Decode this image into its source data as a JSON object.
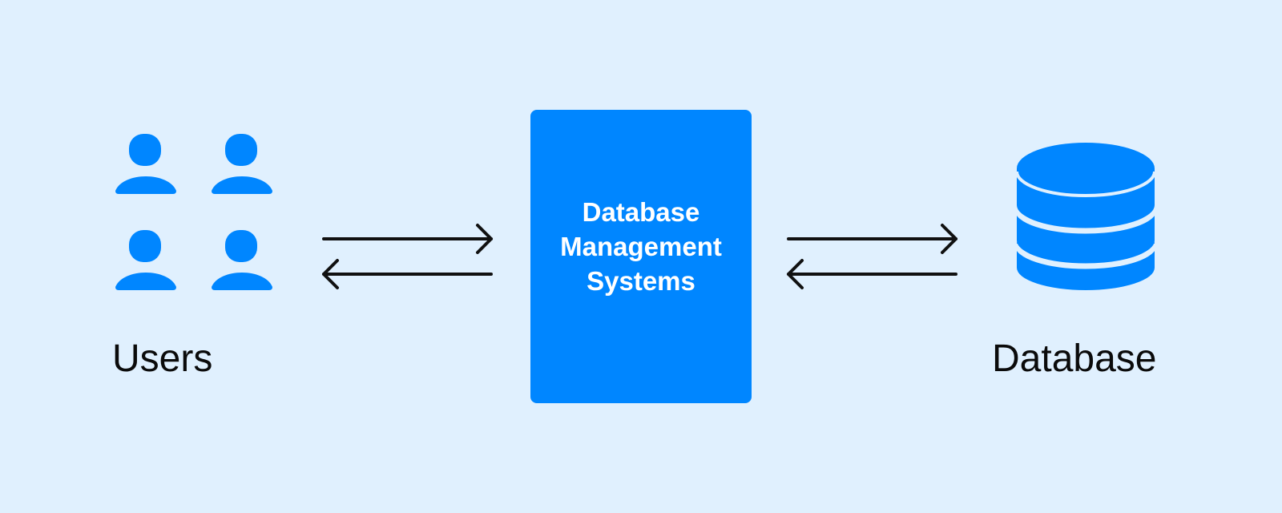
{
  "users": {
    "label": "Users",
    "icon": "users-group-icon"
  },
  "dbms": {
    "line1": "Database",
    "line2": "Management",
    "line3": "Systems"
  },
  "database": {
    "label": "Database",
    "icon": "database-cylinder-icon"
  },
  "colors": {
    "background": "#e0f0fe",
    "accent": "#0086ff",
    "arrow": "#111111",
    "text_dark": "#0b0b0b",
    "text_light": "#ffffff"
  },
  "connections": [
    {
      "from": "users",
      "to": "dbms"
    },
    {
      "from": "dbms",
      "to": "users"
    },
    {
      "from": "dbms",
      "to": "database"
    },
    {
      "from": "database",
      "to": "dbms"
    }
  ]
}
